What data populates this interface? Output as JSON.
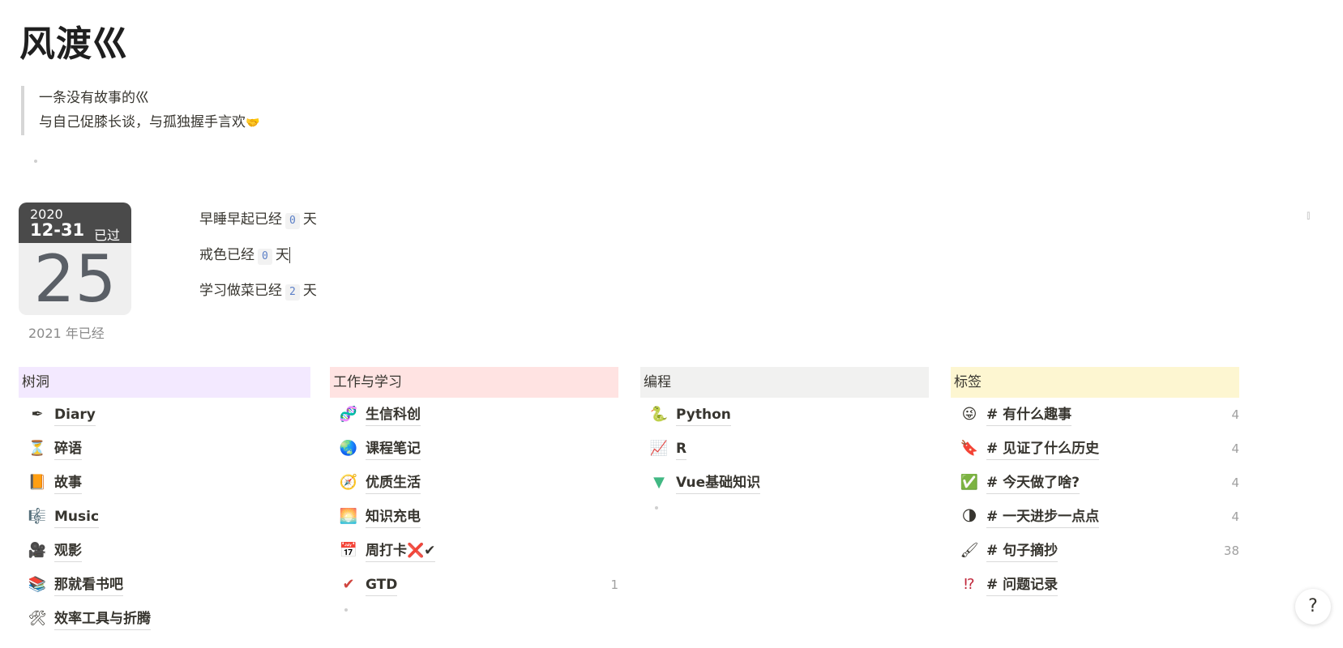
{
  "page": {
    "title": "风渡巛"
  },
  "quote": {
    "line1": "一条没有故事的巛",
    "line2": "与自己促膝长谈，与孤独握手言欢",
    "line2_emoji": "🤝"
  },
  "calendar": {
    "year": "2020",
    "date": "12-31",
    "passed_label": "已过",
    "big_number": "25",
    "caption": "2021 年已经"
  },
  "counters": [
    {
      "prefix": "早睡早起已经",
      "value": "0",
      "suffix": "天"
    },
    {
      "prefix": "戒色已经",
      "value": "0",
      "suffix": "天"
    },
    {
      "prefix": "学习做菜已经",
      "value": "2",
      "suffix": "天"
    }
  ],
  "corner_icon": "⫾",
  "columns": [
    {
      "header": "树洞",
      "header_color": "#f3e9ff",
      "items": [
        {
          "icon": "✒",
          "icon_name": "pen-icon",
          "label": "Diary",
          "count": ""
        },
        {
          "icon": "⏳",
          "icon_name": "hourglass-icon",
          "label": "碎语",
          "count": ""
        },
        {
          "icon": "📙",
          "icon_name": "book-icon",
          "label": "故事",
          "count": ""
        },
        {
          "icon": "🎼",
          "icon_name": "music-score-icon",
          "label": "Music",
          "count": ""
        },
        {
          "icon": "🎥",
          "icon_name": "movie-camera-icon",
          "label": "观影",
          "count": ""
        },
        {
          "icon": "📚",
          "icon_name": "books-icon",
          "label": "那就看书吧",
          "count": ""
        },
        {
          "icon": "🛠",
          "icon_name": "tools-icon",
          "label": "效率工具与折腾",
          "count": ""
        }
      ]
    },
    {
      "header": "工作与学习",
      "header_color": "#ffe3e2",
      "items": [
        {
          "icon": "🧬",
          "icon_name": "dna-icon",
          "label": "生信科创",
          "count": ""
        },
        {
          "icon": "🌏",
          "icon_name": "globe-icon",
          "label": "课程笔记",
          "count": ""
        },
        {
          "icon": "🧭",
          "icon_name": "compass-icon",
          "label": "优质生活",
          "count": ""
        },
        {
          "icon": "🌅",
          "icon_name": "sunrise-icon",
          "label": "知识充电",
          "count": ""
        },
        {
          "icon": "📅",
          "icon_name": "calendar-icon",
          "label": "周打卡❌✔",
          "count": ""
        },
        {
          "icon": "✔",
          "icon_name": "check-circle-icon",
          "label": "GTD",
          "count": "1"
        }
      ]
    },
    {
      "header": "编程",
      "header_color": "#f1f1f0",
      "items": [
        {
          "icon": "🐍",
          "icon_name": "python-icon",
          "label": "Python",
          "count": ""
        },
        {
          "icon": "📈",
          "icon_name": "chart-icon",
          "label": "R",
          "count": ""
        },
        {
          "icon": "▼",
          "icon_name": "vue-icon",
          "label": "Vue基础知识",
          "count": ""
        }
      ]
    },
    {
      "header": "标签",
      "header_color": "#fdf6d1",
      "items": [
        {
          "icon": "😜",
          "icon_name": "winking-face-icon",
          "label": "# 有什么趣事",
          "count": "4"
        },
        {
          "icon": "🔖",
          "icon_name": "bookmark-icon",
          "label": "# 见证了什么历史",
          "count": "4"
        },
        {
          "icon": "✅",
          "icon_name": "check-box-icon",
          "label": "# 今天做了啥?",
          "count": "4"
        },
        {
          "icon": "🌗",
          "icon_name": "progress-face-icon",
          "label": "# 一天进步一点点",
          "count": "4"
        },
        {
          "icon": "🖌",
          "icon_name": "paintbrush-icon",
          "label": "# 句子摘抄",
          "count": "38"
        },
        {
          "icon": "⁉",
          "icon_name": "question-exclamation-icon",
          "label": "# 问题记录",
          "count": ""
        }
      ]
    }
  ],
  "help": {
    "label": "?"
  }
}
